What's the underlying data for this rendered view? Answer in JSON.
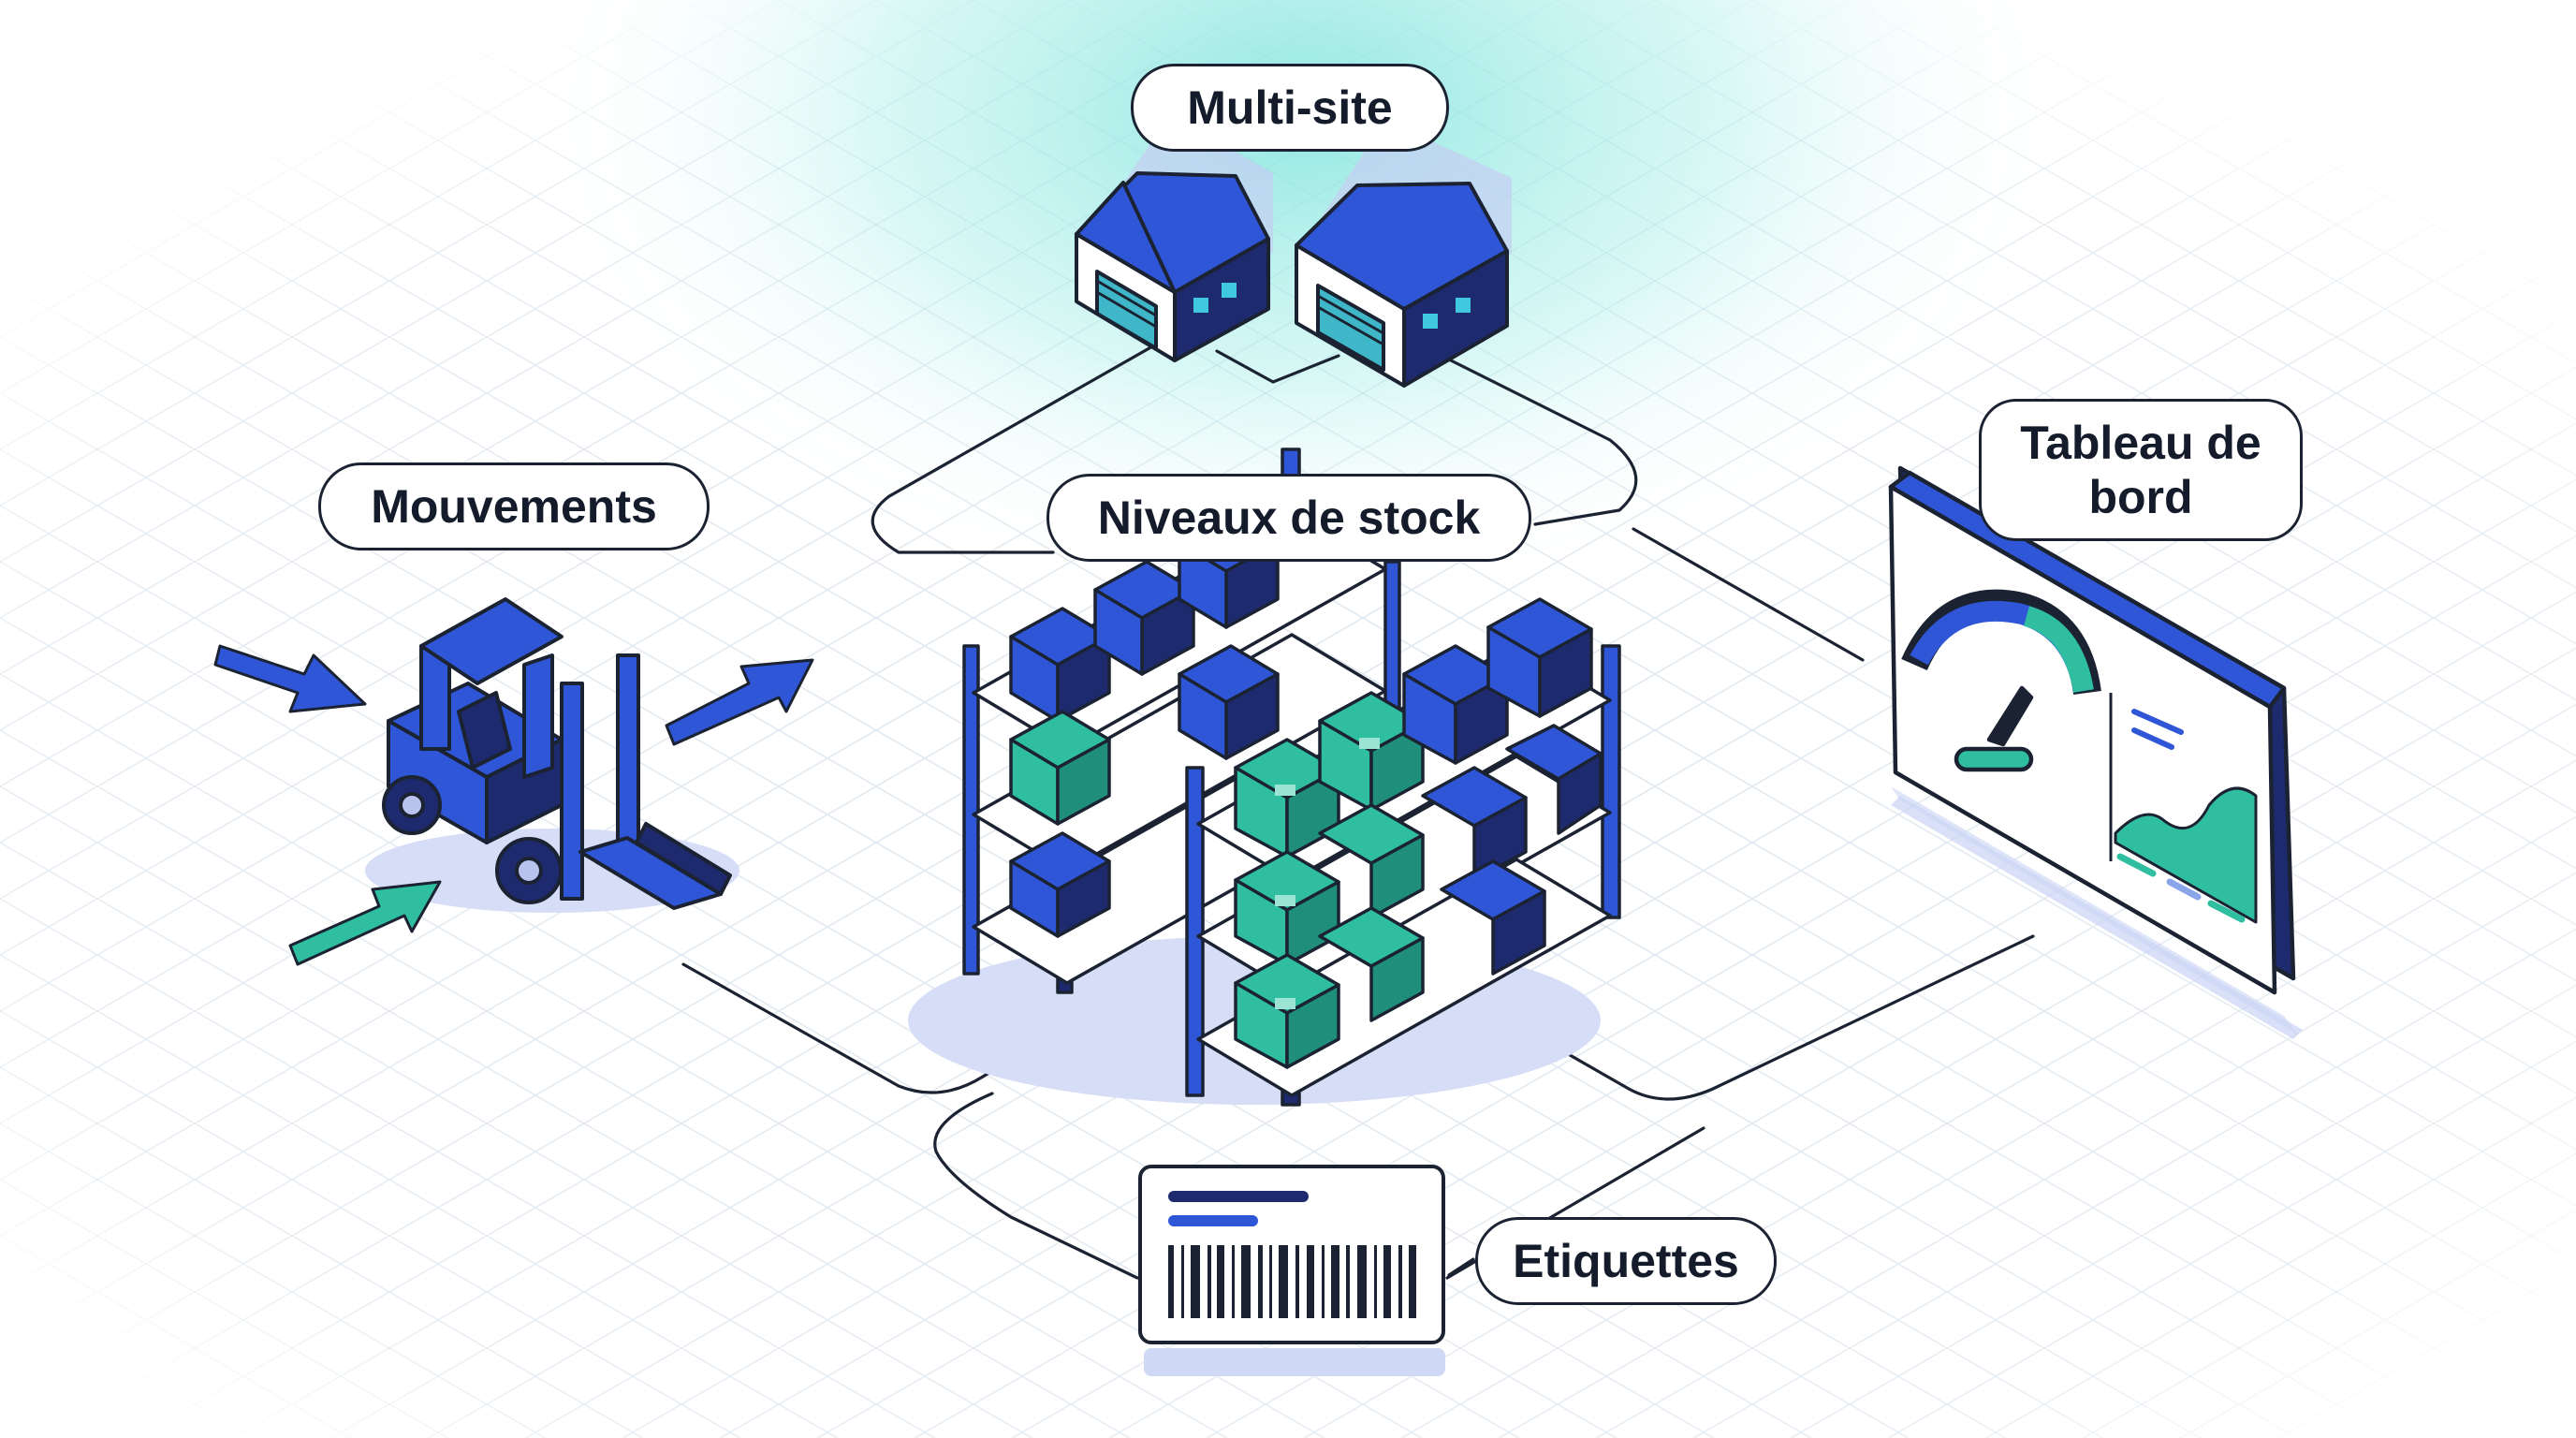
{
  "labels": {
    "multi_site": "Multi-site",
    "niveaux_de_stock": "Niveaux de stock",
    "mouvements": "Mouvements",
    "tableau_de_bord": "Tableau de\nbord",
    "etiquettes": "Etiquettes"
  },
  "icons": {
    "warehouses": "warehouse-icon",
    "racks": "shelving-rack-icon",
    "forklift": "forklift-icon",
    "dashboard": "dashboard-monitor-icon",
    "label": "barcode-label-icon",
    "arrows": "movement-arrow-icon"
  },
  "colors": {
    "blue": "#2f56d6",
    "navy": "#1e2a6e",
    "teal": "#2fbfa0",
    "outline": "#1b2333",
    "glow": "#7fe3dc",
    "grid": "#dde6ee"
  }
}
